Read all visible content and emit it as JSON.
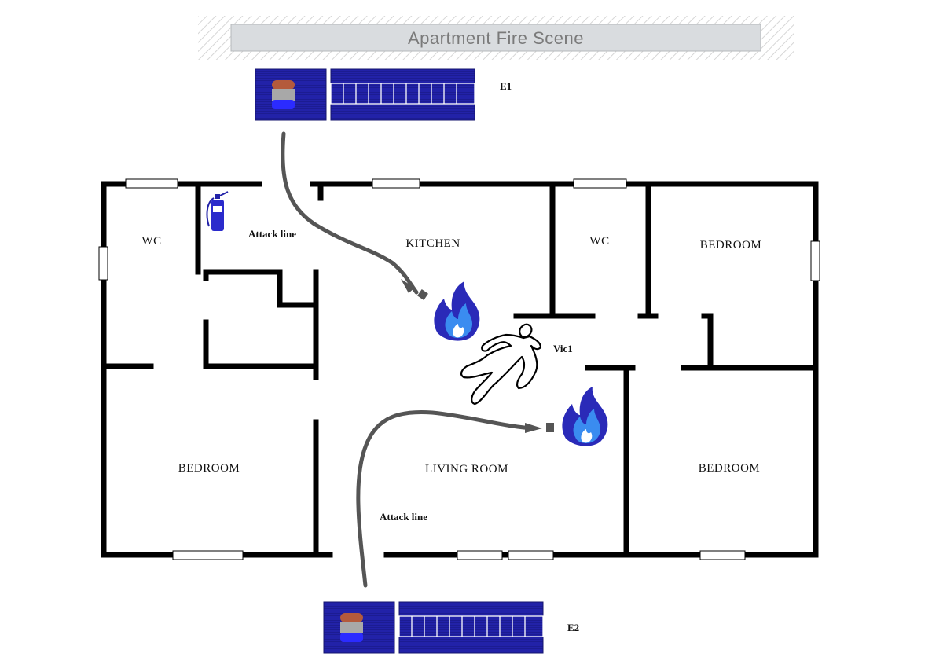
{
  "title": "Apartment Fire Scene",
  "rooms": {
    "wc_left": "WC",
    "kitchen": "KITCHEN",
    "wc_right": "WC",
    "bedroom_top_right": "BEDROOM",
    "bedroom_left": "BEDROOM",
    "living_room": "LIVING ROOM",
    "bedroom_bottom_right": "BEDROOM"
  },
  "labels": {
    "attack_line_1": "Attack line",
    "attack_line_2": "Attack line",
    "victim": "Vic1"
  },
  "engines": {
    "e1": "E1",
    "e2": "E2"
  },
  "icons": {
    "fire": "fire-icon",
    "extinguisher": "fire-extinguisher-icon",
    "victim_outline": "body-outline-icon",
    "engine": "fire-engine-icon",
    "nozzle": "hose-nozzle-icon"
  },
  "colors": {
    "wall": "#000000",
    "engine_blue": "#2222a8",
    "fire_dark": "#2a2ab8",
    "fire_light": "#3a8cf0",
    "hose": "#555555",
    "title_bar": "#d9dcdf"
  }
}
